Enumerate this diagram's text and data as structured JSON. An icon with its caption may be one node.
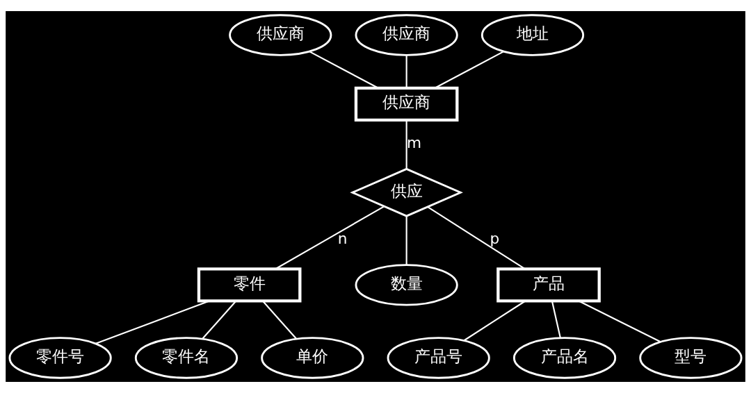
{
  "diagram": {
    "nodes": [
      {
        "text": [
          "供应商"
        ]
      },
      {
        "text": [
          "供应商"
        ]
      },
      {
        "text": [
          "地址"
        ]
      },
      {
        "text": [
          "供应商"
        ]
      },
      {
        "text": [
          "供应"
        ]
      },
      {
        "text": [
          "零件"
        ]
      },
      {
        "text": [
          "数量"
        ]
      },
      {
        "text": [
          "产品"
        ]
      },
      {
        "text": [
          "零件号"
        ]
      },
      {
        "text": [
          "零件名"
        ]
      },
      {
        "text": [
          "单价"
        ]
      },
      {
        "text": [
          "产品号"
        ]
      },
      {
        "text": [
          "产品名"
        ]
      },
      {
        "text": [
          "型号"
        ]
      }
    ],
    "edges": [
      {
        "from": 0,
        "to": 3,
        "arrow": "none"
      },
      {
        "from": 1,
        "to": 3,
        "arrow": "none"
      },
      {
        "from": 2,
        "to": 3,
        "arrow": "none"
      },
      {
        "from": 3,
        "to": 4,
        "arrow": "none",
        "label": "m"
      },
      {
        "from": 4,
        "to": 5,
        "arrow": "none",
        "label": "n"
      },
      {
        "from": 4,
        "to": 7,
        "arrow": "none",
        "label": "p"
      },
      {
        "from": 4,
        "to": 6,
        "arrow": "none"
      },
      {
        "from": 5,
        "to": 8,
        "arrow": "none"
      },
      {
        "from": 5,
        "to": 9,
        "arrow": "none"
      },
      {
        "from": 5,
        "to": 10,
        "arrow": "none"
      },
      {
        "from": 7,
        "to": 11,
        "arrow": "none"
      },
      {
        "from": 7,
        "to": 12,
        "arrow": "none"
      },
      {
        "from": 7,
        "to": 13,
        "arrow": "none"
      }
    ]
  }
}
